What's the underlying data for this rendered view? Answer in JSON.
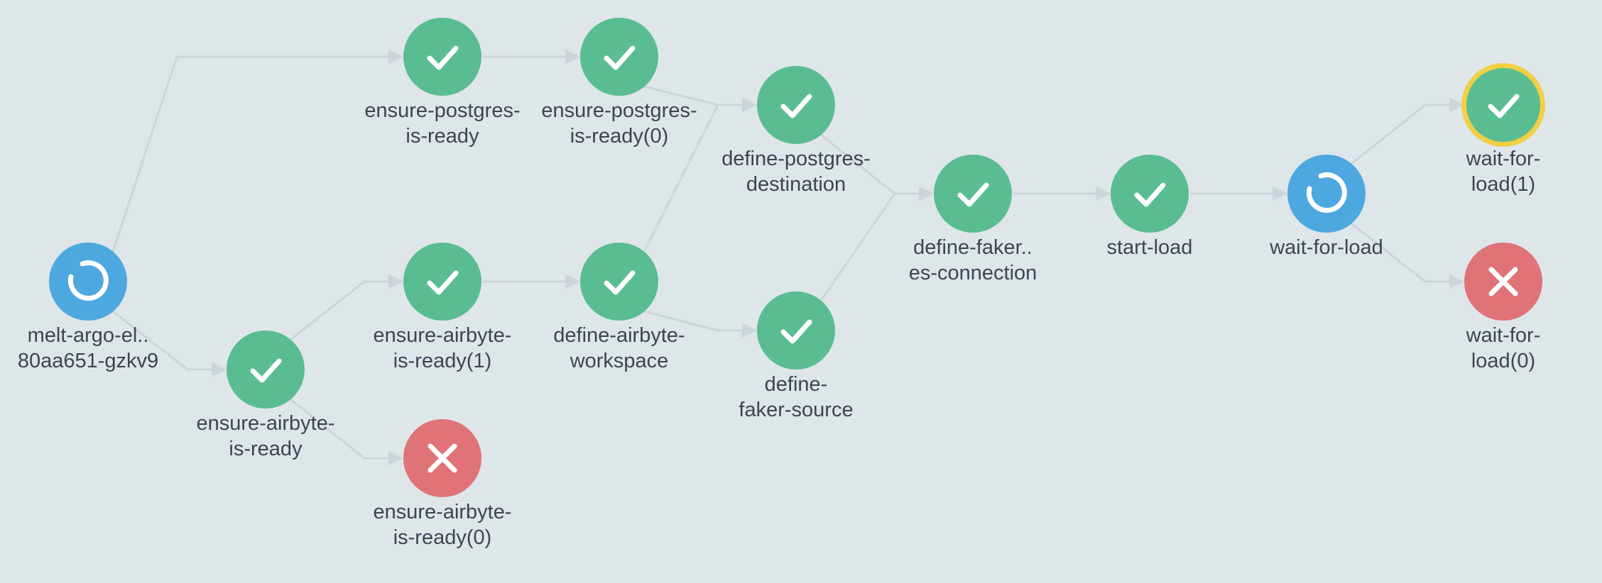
{
  "colors": {
    "succeeded": "#5abd92",
    "running": "#4ea8e0",
    "failed": "#e07377",
    "selected_ring": "#f2cf45",
    "edge": "#cdd5db",
    "background": "#dfe6ea",
    "label_text": "#3b4654"
  },
  "nodes": [
    {
      "id": "melt-argo-el",
      "status": "running",
      "icon": "spinner-icon",
      "label_lines": [
        "melt-argo-el..",
        "80aa651-gzkv9"
      ]
    },
    {
      "id": "ensure-postgres-is-ready",
      "status": "succeeded",
      "icon": "check-icon",
      "label_lines": [
        "ensure-postgres-",
        "is-ready"
      ]
    },
    {
      "id": "ensure-postgres-is-ready-0",
      "status": "succeeded",
      "icon": "check-icon",
      "label_lines": [
        "ensure-postgres-",
        "is-ready(0)"
      ]
    },
    {
      "id": "define-postgres-destination",
      "status": "succeeded",
      "icon": "check-icon",
      "label_lines": [
        "define-postgres-",
        "destination"
      ]
    },
    {
      "id": "ensure-airbyte-is-ready",
      "status": "succeeded",
      "icon": "check-icon",
      "label_lines": [
        "ensure-airbyte-",
        "is-ready"
      ]
    },
    {
      "id": "ensure-airbyte-is-ready-1",
      "status": "succeeded",
      "icon": "check-icon",
      "label_lines": [
        "ensure-airbyte-",
        "is-ready(1)"
      ]
    },
    {
      "id": "ensure-airbyte-is-ready-0",
      "status": "failed",
      "icon": "cross-icon",
      "label_lines": [
        "ensure-airbyte-",
        "is-ready(0)"
      ]
    },
    {
      "id": "define-airbyte-workspace",
      "status": "succeeded",
      "icon": "check-icon",
      "label_lines": [
        "define-airbyte-",
        "workspace"
      ]
    },
    {
      "id": "define-faker-source",
      "status": "succeeded",
      "icon": "check-icon",
      "label_lines": [
        "define-",
        "faker-source"
      ]
    },
    {
      "id": "define-faker-es-connection",
      "status": "succeeded",
      "icon": "check-icon",
      "label_lines": [
        "define-faker..",
        "es-connection"
      ]
    },
    {
      "id": "start-load",
      "status": "succeeded",
      "icon": "check-icon",
      "label_lines": [
        "start-load"
      ]
    },
    {
      "id": "wait-for-load",
      "status": "running",
      "icon": "spinner-icon",
      "label_lines": [
        "wait-for-load"
      ]
    },
    {
      "id": "wait-for-load-1",
      "status": "succeeded",
      "icon": "check-icon",
      "selected": true,
      "label_lines": [
        "wait-for-",
        "load(1)"
      ]
    },
    {
      "id": "wait-for-load-0",
      "status": "failed",
      "icon": "cross-icon",
      "label_lines": [
        "wait-for-",
        "load(0)"
      ]
    }
  ],
  "edges": [
    [
      "melt-argo-el",
      "ensure-postgres-is-ready"
    ],
    [
      "melt-argo-el",
      "ensure-airbyte-is-ready"
    ],
    [
      "ensure-postgres-is-ready",
      "ensure-postgres-is-ready-0"
    ],
    [
      "ensure-postgres-is-ready-0",
      "define-postgres-destination"
    ],
    [
      "ensure-airbyte-is-ready",
      "ensure-airbyte-is-ready-1"
    ],
    [
      "ensure-airbyte-is-ready",
      "ensure-airbyte-is-ready-0"
    ],
    [
      "ensure-airbyte-is-ready-1",
      "define-airbyte-workspace"
    ],
    [
      "define-airbyte-workspace",
      "define-postgres-destination"
    ],
    [
      "define-airbyte-workspace",
      "define-faker-source"
    ],
    [
      "define-postgres-destination",
      "define-faker-es-connection"
    ],
    [
      "define-faker-source",
      "define-faker-es-connection"
    ],
    [
      "define-faker-es-connection",
      "start-load"
    ],
    [
      "start-load",
      "wait-for-load"
    ],
    [
      "wait-for-load",
      "wait-for-load-1"
    ],
    [
      "wait-for-load",
      "wait-for-load-0"
    ]
  ]
}
